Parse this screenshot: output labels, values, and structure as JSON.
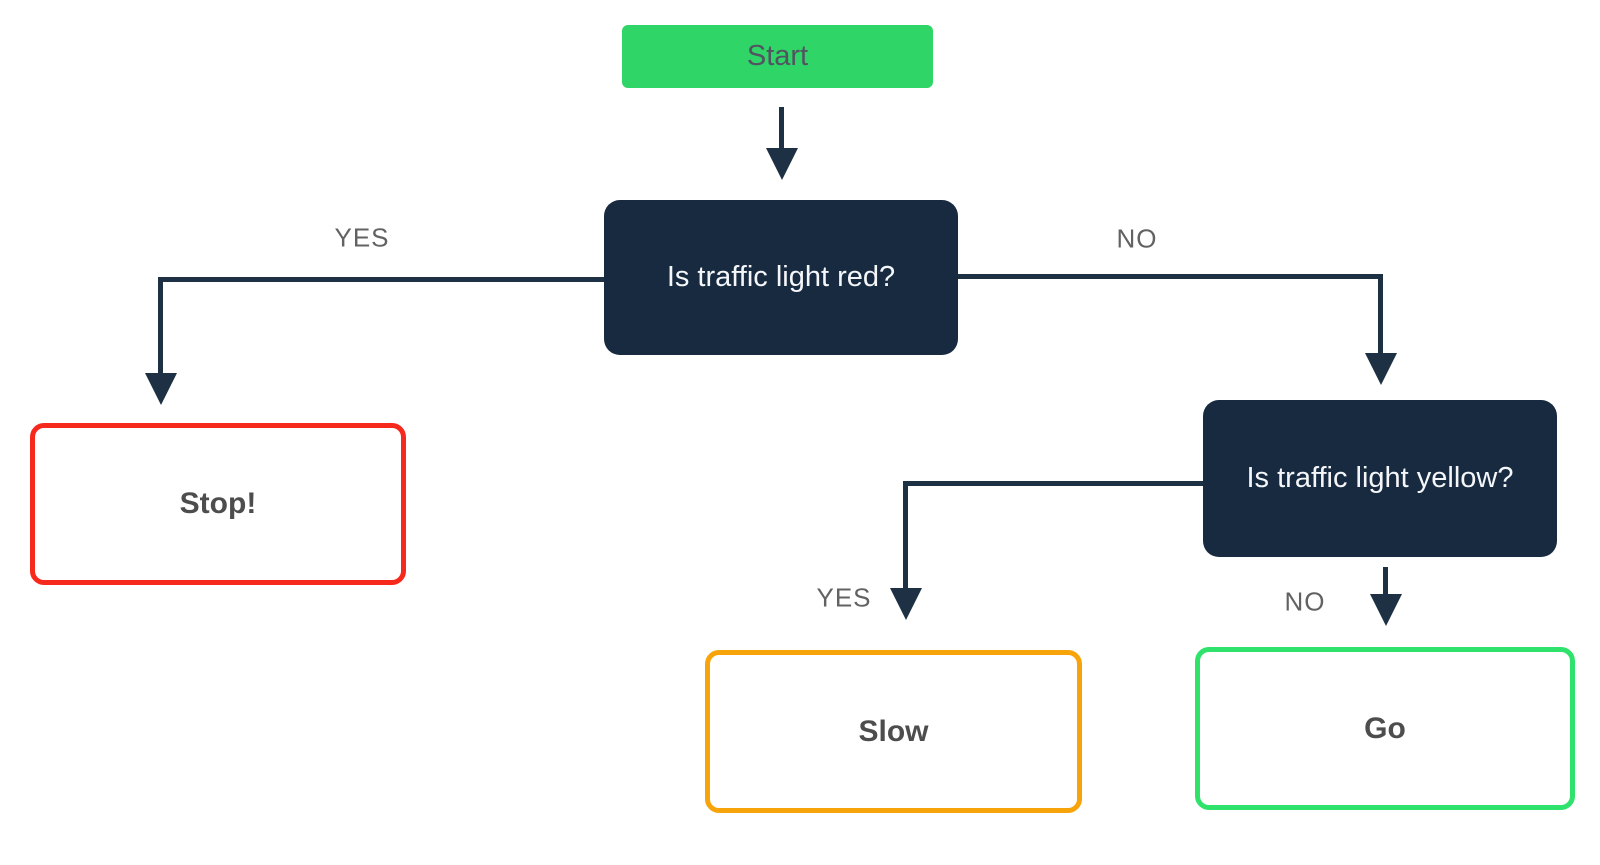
{
  "diagram": {
    "type": "flowchart",
    "nodes": {
      "start": {
        "label": "Start",
        "kind": "start-terminal"
      },
      "q1": {
        "label": "Is traffic light red?",
        "kind": "decision"
      },
      "q2": {
        "label": "Is traffic light yellow?",
        "kind": "decision"
      },
      "stop": {
        "label": "Stop!",
        "kind": "outcome"
      },
      "slow": {
        "label": "Slow",
        "kind": "outcome"
      },
      "go": {
        "label": "Go",
        "kind": "outcome"
      }
    },
    "edges": {
      "start_to_q1": {
        "from": "start",
        "to": "q1",
        "label": ""
      },
      "q1_yes": {
        "from": "q1",
        "to": "stop",
        "label": "YES"
      },
      "q1_no": {
        "from": "q1",
        "to": "q2",
        "label": "NO"
      },
      "q2_yes": {
        "from": "q2",
        "to": "slow",
        "label": "YES"
      },
      "q2_no": {
        "from": "q2",
        "to": "go",
        "label": "NO"
      }
    },
    "colors": {
      "line": "#1e3044",
      "node_navy": "#172a3f",
      "start_green": "#2fd566",
      "go_green": "#2ee26c",
      "stop_red": "#f7291c",
      "slow_orange": "#f7a40b",
      "edge_label_gray": "#626262",
      "outcome_text": "#4d4d4d",
      "start_text": "#525461",
      "decision_text": "#f4f6f9"
    }
  }
}
